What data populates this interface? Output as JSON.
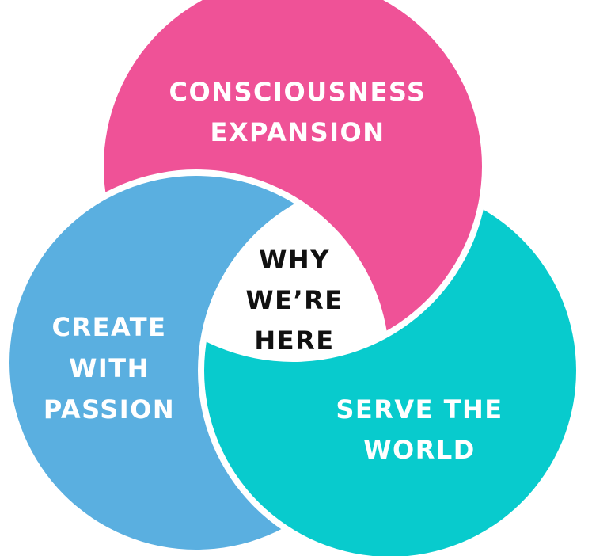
{
  "colors": {
    "pink": "#ef5297",
    "blue": "#5aafe0",
    "teal": "#08cbcd",
    "gap": "#ffffff",
    "center_text": "#111111"
  },
  "circles": [
    {
      "id": "pink",
      "line1": "CONSCIOUSNESS",
      "line2": "EXPANSION"
    },
    {
      "id": "blue",
      "line1": "CREATE",
      "line2": "WITH",
      "line3": "PASSION"
    },
    {
      "id": "teal",
      "line1": "SERVE THE",
      "line2": "WORLD"
    }
  ],
  "center": {
    "line1": "WHY",
    "line2": "WE’RE",
    "line3": "HERE"
  }
}
